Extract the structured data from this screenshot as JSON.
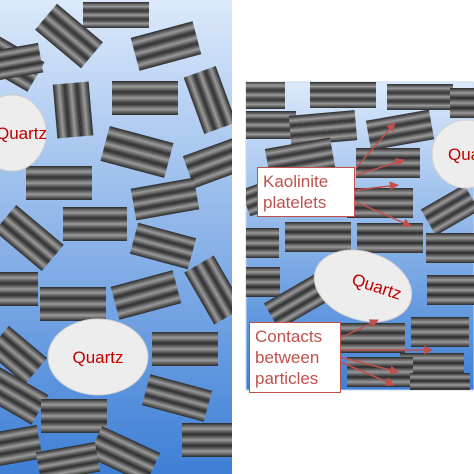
{
  "left_panel": {
    "quartz_labels": [
      "Quartz",
      "Quartz"
    ]
  },
  "right_panel": {
    "quartz_labels": [
      "Quartz",
      "Quartz"
    ],
    "callout_kaolinite": [
      "Kaolinite",
      "platelets"
    ],
    "callout_contacts": [
      "Contacts",
      "between",
      "particles"
    ]
  },
  "colors": {
    "background_top": "#dbe9fb",
    "background_bottom": "#3d7fd6",
    "platelet_dark": "#2a2a2a",
    "platelet_light": "#9a9a9a",
    "quartz_fill": "#ededed",
    "quartz_text": "#c00000",
    "callout_accent": "#c0504d"
  }
}
